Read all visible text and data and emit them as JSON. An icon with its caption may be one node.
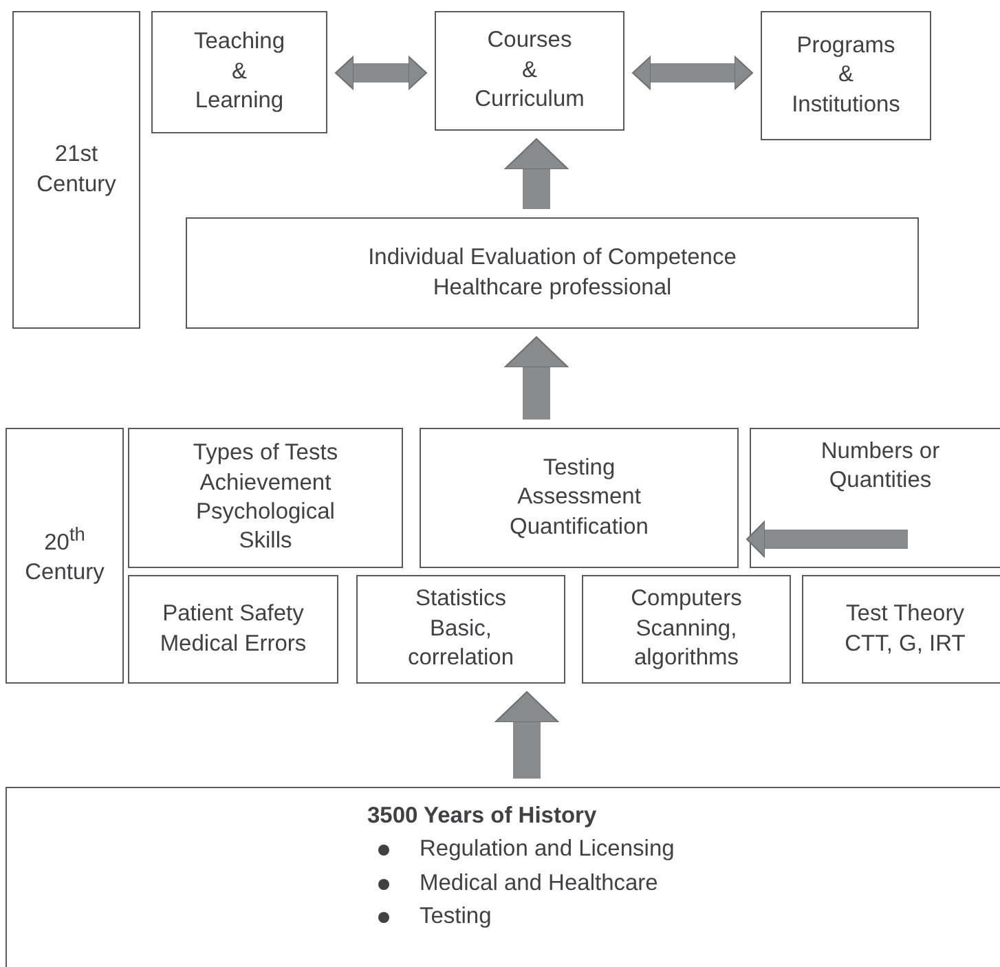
{
  "diagram": {
    "nodes": [
      {
        "text": [
          "21st Century"
        ]
      },
      {
        "text": [
          "Teaching",
          "&",
          "Learning"
        ]
      },
      {
        "text": [
          "Courses",
          "&",
          "Curriculum"
        ]
      },
      {
        "text": [
          "Programs",
          "&",
          "Institutions"
        ]
      },
      {
        "text": [
          "Individual Evaluation of Competence",
          "Healthcare professional"
        ]
      },
      {
        "text": [
          "20$^{th}$ Century"
        ]
      },
      {
        "text": [
          "Types of Tests",
          "Achievement",
          "Psychological",
          "Skills"
        ]
      },
      {
        "text": [
          "Testing",
          "Assessment",
          "Quantification"
        ]
      },
      {
        "text": [
          "Numbers or Quantities"
        ]
      },
      {
        "text": [
          "Patient Safety",
          "Medical Errors"
        ]
      },
      {
        "text": [
          "Statistics",
          "Basic,",
          "correlation"
        ]
      },
      {
        "text": [
          "Computers",
          "Scanning,",
          "algorithms"
        ]
      },
      {
        "text": [
          "Test Theory",
          "CTT, G, IRT"
        ]
      },
      {
        "text": [
          "3500 Years of History",
          "Regulation and Licensing",
          "Medical and Healthcare",
          "Testing"
        ]
      }
    ],
    "edges": [
      {
        "from": 1,
        "to": 2,
        "arrow": "both"
      },
      {
        "from": 2,
        "to": 3,
        "arrow": "both"
      },
      {
        "from": 4,
        "to": 2,
        "arrow": "to"
      },
      {
        "from": 7,
        "to": 4,
        "arrow": "to"
      },
      {
        "from": 8,
        "to": 7,
        "arrow": "to"
      },
      {
        "from": 13,
        "to": 10,
        "arrow": "to"
      }
    ]
  }
}
